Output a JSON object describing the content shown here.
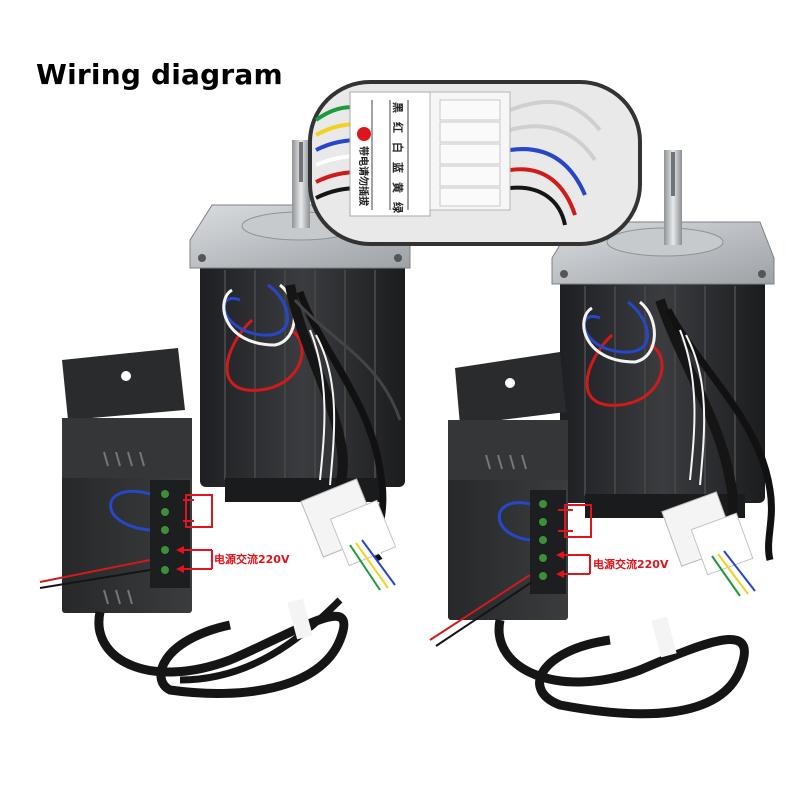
{
  "title": "Wiring diagram",
  "left_unit": {
    "power_label": "电源交流220V"
  },
  "right_unit": {
    "power_label": "电源交流220V"
  },
  "inset_label": {
    "color_names": [
      "黑",
      "红",
      "白",
      "蓝",
      "黄",
      "绿"
    ],
    "warning": "带电请勿插拔"
  },
  "colors": {
    "annotation_red": "#e0141c",
    "wire_red": "#d11a1a",
    "wire_blue": "#2747c8",
    "wire_yellow": "#f2d21c",
    "wire_green": "#1f9a3a",
    "motor_body": "#2a2b2e",
    "controller_body": "#2f3133",
    "cable_black": "#151515"
  },
  "icons": [
    "motor",
    "controller",
    "shaft",
    "connector",
    "cable-tie"
  ]
}
